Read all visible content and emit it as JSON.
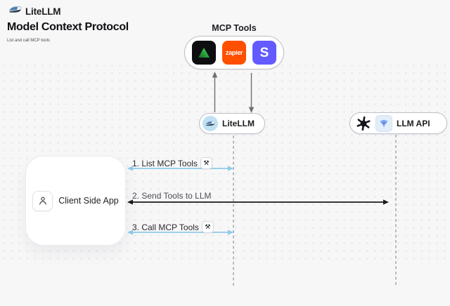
{
  "header": {
    "brand": "LiteLLM",
    "title": "Model Context Protocol",
    "subtitle": "List and call MCP tools"
  },
  "mcp": {
    "label": "MCP Tools",
    "tools": [
      {
        "name": "green-triangle-tool"
      },
      {
        "name": "zapier",
        "text": "zapier"
      },
      {
        "name": "stripe",
        "text": "S"
      }
    ]
  },
  "nodes": {
    "litellm": {
      "label": "LiteLLM"
    },
    "llm_api": {
      "label": "LLM API"
    },
    "client": {
      "label": "Client Side App"
    }
  },
  "messages": [
    {
      "label": "1. List MCP Tools"
    },
    {
      "label": "2. Send Tools to LLM"
    },
    {
      "label": "3. Call MCP Tools"
    }
  ],
  "icons": {
    "tool_glyph": "⚒"
  },
  "colors": {
    "background": "#f7f7f8",
    "arrow_blue": "#8ecbe9",
    "arrow_dark": "#1a1a1a",
    "arrow_gray": "#6f6f74",
    "lifeline_gray": "#a6a6ac",
    "zapier_orange": "#ff4f00",
    "stripe_purple": "#635bff",
    "triangle_green": "#3fe352",
    "litellm_badge_blue": "#bfe0f2"
  }
}
